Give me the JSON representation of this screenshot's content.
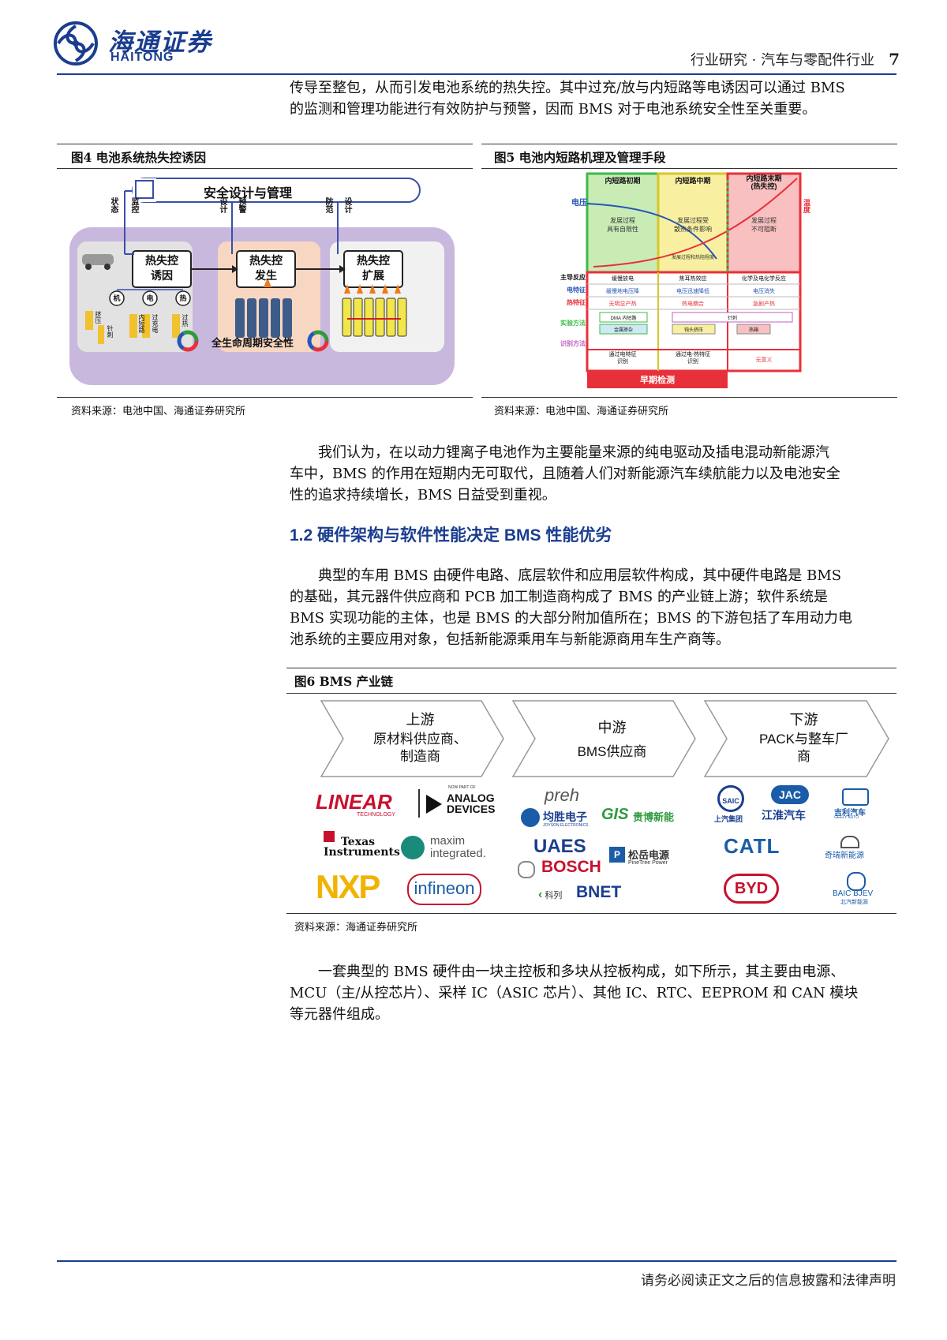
{
  "header": {
    "logo_cn": "海通证券",
    "logo_en": "HAITONG",
    "right_text": "行业研究 · 汽车与零配件行业",
    "page_number": "7"
  },
  "paragraphs": {
    "p1_line1": "传导至整包，从而引发电池系统的热失控。其中过充/放与内短路等电诱因可以通过 BMS",
    "p1_line2": "的监测和管理功能进行有效防护与预警，因而 BMS 对于电池系统安全性至关重要。",
    "p2_line1": "我们认为，在以动力锂离子电池作为主要能量来源的纯电驱动及插电混动新能源汽",
    "p2_line2": "车中，BMS 的作用在短期内无可取代，且随着人们对新能源汽车续航能力以及电池安全",
    "p2_line3": "性的追求持续增长，BMS 日益受到重视。",
    "p3_line1": "典型的车用 BMS 由硬件电路、底层软件和应用层软件构成，其中硬件电路是 BMS",
    "p3_line2": "的基础，其元器件供应商和 PCB 加工制造商构成了 BMS 的产业链上游；软件系统是",
    "p3_line3": "BMS 实现功能的主体，也是 BMS 的大部分附加值所在；BMS 的下游包括了车用动力电",
    "p3_line4": "池系统的主要应用对象，包括新能源乘用车与新能源商用车生产商等。",
    "p4_line1": "一套典型的 BMS 硬件由一块主控板和多块从控板构成，如下所示，其主要由电源、",
    "p4_line2": "MCU（主/从控芯片）、采样 IC（ASIC 芯片）、其他 IC、RTC、EEPROM 和 CAN 模块",
    "p4_line3": "等元器件组成。"
  },
  "section_heading": "1.2 硬件架构与软件性能决定 BMS 性能优劣",
  "fig4": {
    "title": "图4  电池系统热失控诱因",
    "source": "资料来源：电池中国、海通证券研究所",
    "top_box": "安全设计与管理",
    "vertical_labels": [
      "状态",
      "监控",
      "设计",
      "预警",
      "防范",
      "设计"
    ],
    "stage1": "热失控\n诱因",
    "stage2": "热失控\n发生",
    "stage3": "热失控\n扩展",
    "causes": [
      "机",
      "电",
      "热",
      "挤压",
      "针刺",
      "内短路",
      "过充电",
      "过热"
    ],
    "bottom": "全生命周期安全性"
  },
  "fig5": {
    "title": "图5  电池内短路机理及管理手段",
    "source": "资料来源：电池中国、海通证券研究所",
    "col_heads": [
      "内短路初期",
      "内短路中期",
      "内短路末期\n(热失控)"
    ],
    "axis_label": "电压",
    "axis_label_right": "温度",
    "phase_notes": [
      "发展过程\n具有自限性",
      "发展过程受\n散热条件影响",
      "发展过程\n不可阻断"
    ],
    "mid_note": "发展过程和热阻程度",
    "row_labels": [
      "主导反应",
      "电特征",
      "热特征",
      "实验方法",
      "识别方法"
    ],
    "rows": [
      [
        "缓慢放电",
        "焦耳热效应",
        "化学及电化学反应"
      ],
      [
        "缓慢地电压降",
        "电压迅速降低",
        "电压消失"
      ],
      [
        "无明显产热",
        "热电耦合",
        "急剧产热"
      ]
    ],
    "exp_methods": [
      "DMA 内短路",
      "金属掺杂",
      "针刺",
      "钝头挤压",
      "热箱"
    ],
    "recog": [
      "通过电特征\n识别",
      "通过电-热特征\n识别",
      "无意义"
    ],
    "early": "早期检测"
  },
  "fig6": {
    "title": "图6  BMS 产业链",
    "source": "资料来源：海通证券研究所",
    "stages": [
      {
        "head": "上游",
        "body": "原材料供应商、\n制造商"
      },
      {
        "head": "中游",
        "body": "BMS供应商"
      },
      {
        "head": "下游",
        "body": "PACK与整车厂\n商"
      }
    ],
    "upstream_logos": [
      "LINEAR",
      "TECHNOLOGY",
      "NOW PART OF",
      "ANALOG",
      "DEVICES",
      "Texas",
      "Instruments",
      "maxim",
      "integrated.",
      "NXP",
      "infineon"
    ],
    "midstream_logos": [
      "preh",
      "均胜电子",
      "JOYSON ELECTRONICS",
      "GIS",
      "贵博新能",
      "UAES",
      "BOSCH",
      "松岳电源",
      "PineTree Power",
      "科列",
      "BNET"
    ],
    "downstream_logos": [
      "SAIC",
      "上汽集团",
      "JAC",
      "江淮汽车",
      "吉利汽车",
      "GEELY AUTO",
      "CATL",
      "奇瑞新能源",
      "BYD",
      "BAIC BJEV",
      "北汽新能源"
    ]
  },
  "colors": {
    "brand_blue": "#1a3d8f",
    "green_phase": "#3dbb4a",
    "yellow_phase": "#f2e64a",
    "red_phase": "#e8303a"
  },
  "footer": {
    "text": "请务必阅读正文之后的信息披露和法律声明"
  }
}
